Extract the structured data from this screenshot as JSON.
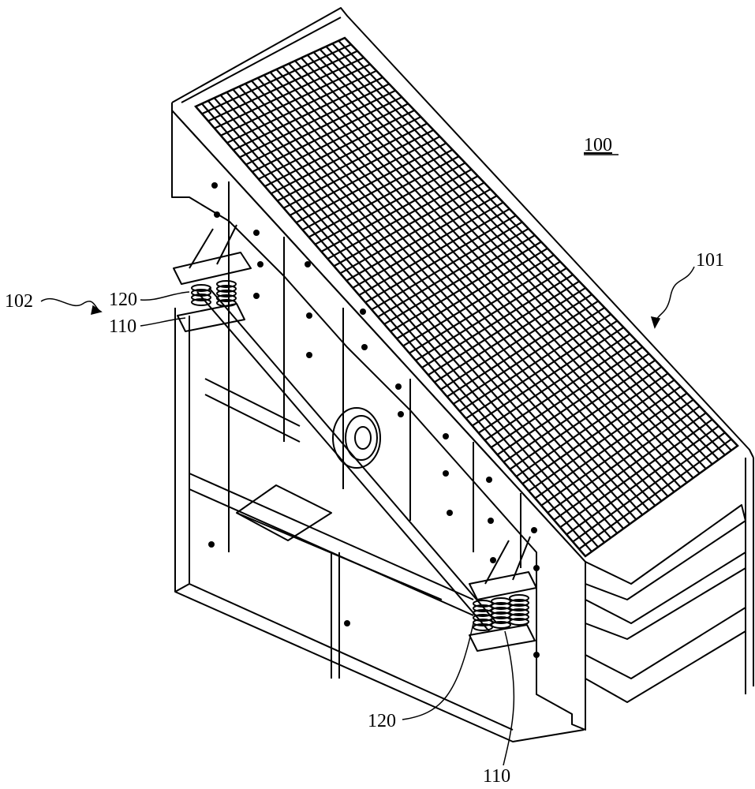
{
  "figure": {
    "labels": {
      "assembly": "100",
      "screen_box": "101",
      "support_assembly": "102",
      "spring_upper_left": "120",
      "seat_upper_left": "110",
      "spring_lower": "120",
      "seat_lower": "110"
    },
    "colors": {
      "line": "#000000",
      "background": "#ffffff"
    }
  }
}
